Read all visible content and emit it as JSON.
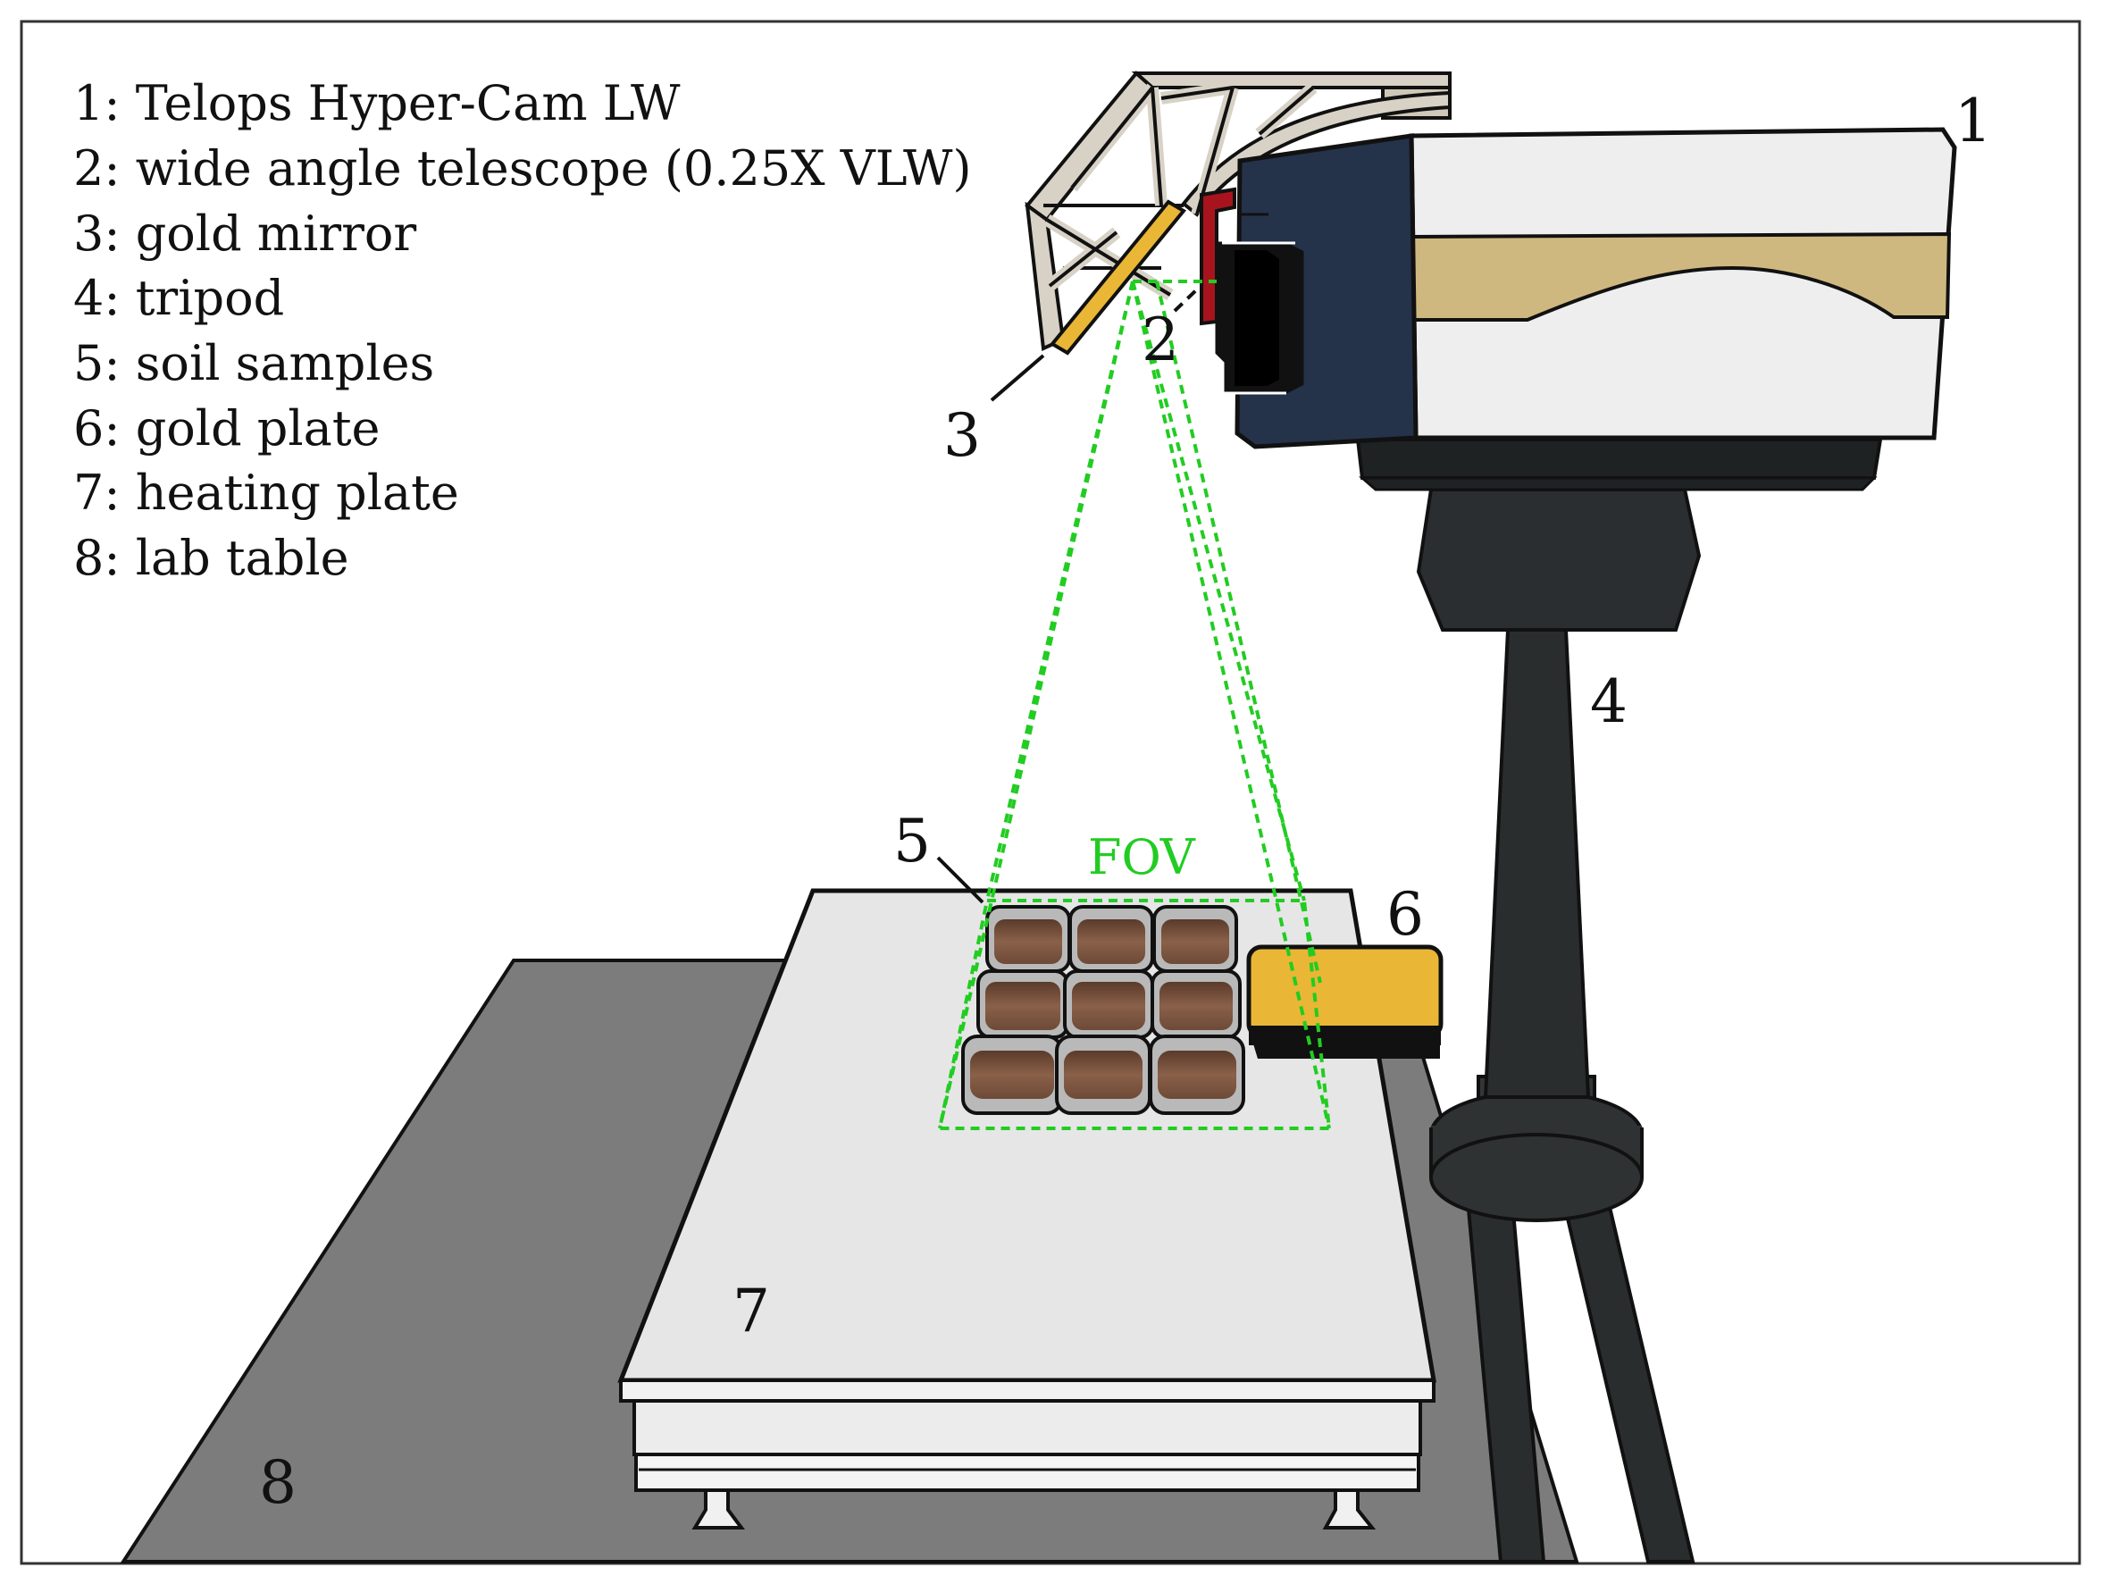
{
  "legend": [
    {
      "text": "1: Telops Hyper-Cam LW"
    },
    {
      "text": "2: wide angle telescope (0.25X VLW)"
    },
    {
      "text": "3: gold mirror"
    },
    {
      "text": "4: tripod"
    },
    {
      "text": "5: soil samples"
    },
    {
      "text": "6: gold plate"
    },
    {
      "text": "7: heating plate"
    },
    {
      "text": "8: lab table"
    }
  ],
  "callouts": {
    "camera": "1",
    "telescope": "2",
    "mirror": "3",
    "tripod": "4",
    "soil": "5",
    "gold_plate": "6",
    "heating_plate": "7",
    "lab_table": "8"
  },
  "fov_label": "FOV",
  "colors": {
    "fov": "#22cc22",
    "gold": "#e9b735",
    "camera_front": "#24324a",
    "camera_body": "#eeeeee",
    "camera_band": "#cfb87f",
    "table": "#7c7c7c",
    "heating_plate": "#e6e6e6",
    "tripod": "#2a2d2e",
    "soil": "#7a5540",
    "frame": "#d8d2c6",
    "telescope_red": "#a8141d"
  }
}
